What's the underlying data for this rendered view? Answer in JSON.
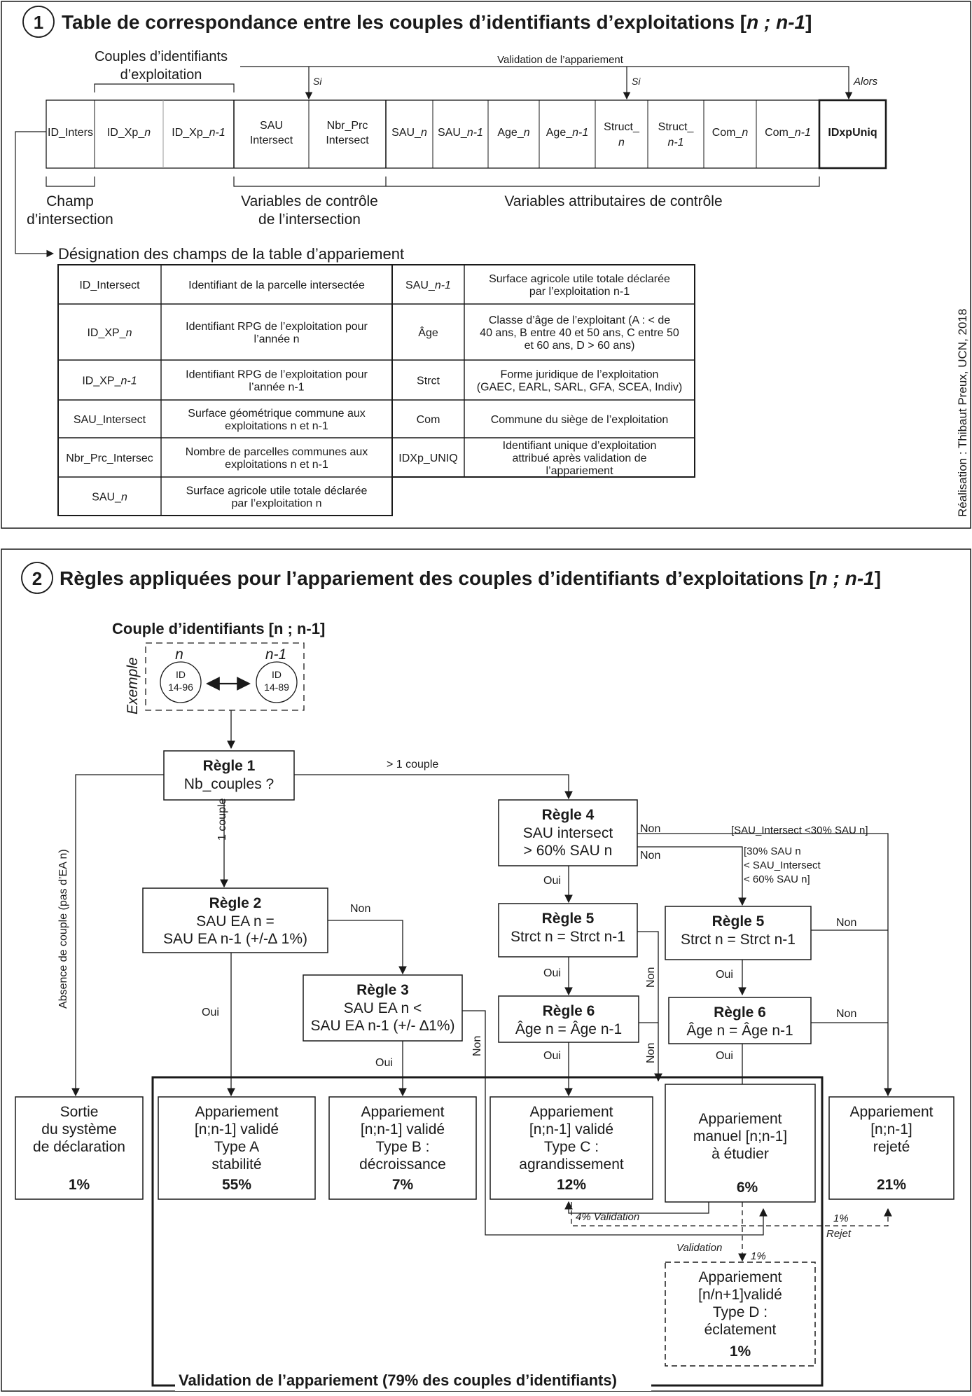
{
  "panel1": {
    "num": "1",
    "title_main": "Table de correspondance entre les couples d’identifiants d’exploitations [",
    "title_var": "n ; n-1",
    "title_end": "]",
    "couples_label_1": "Couples d’identifiants",
    "couples_label_2": "d’exploitation",
    "validation_label": "Validation de l’appariement",
    "si_1": "Si",
    "si_2": "Si",
    "alors": "Alors",
    "cols": [
      {
        "a": "ID_Inters"
      },
      {
        "a": "ID_Xp_",
        "b": "n"
      },
      {
        "a": "ID_Xp_",
        "b": "n-1"
      },
      {
        "a": "SAU",
        "a2": "Intersect"
      },
      {
        "a": "Nbr_Prc",
        "a2": "Intersect"
      },
      {
        "a": "SAU_",
        "b": "n"
      },
      {
        "a": "SAU_",
        "b": "n-1"
      },
      {
        "a": "Age_",
        "b": "n"
      },
      {
        "a": "Age_",
        "b": "n-1"
      },
      {
        "a": "Struct_",
        "b2": "n"
      },
      {
        "a": "Struct_",
        "b2": "n-1"
      },
      {
        "a": "Com_",
        "b": "n"
      },
      {
        "a": "Com_",
        "b": "n-1"
      },
      {
        "a": "IDxpUniq"
      }
    ],
    "champ_1": "Champ",
    "champ_2": "d’intersection",
    "var_ctrl_1": "Variables de contrôle",
    "var_ctrl_2": "de l’intersection",
    "var_attr": "Variables attributaires de contrôle",
    "designation_title": "Désignation des champs de la table d’appariement",
    "table_left": [
      {
        "code": "ID_Intersect",
        "desc": [
          "Identifiant de la parcelle intersectée"
        ]
      },
      {
        "code": "ID_XP_",
        "code_it": "n",
        "desc": [
          "Identifiant RPG de l’exploitation pour",
          "l’année n"
        ]
      },
      {
        "code": "ID_XP_",
        "code_it": "n-1",
        "desc": [
          "Identifiant RPG de l’exploitation pour",
          "l’année n-1"
        ]
      },
      {
        "code": "SAU_Intersect",
        "desc": [
          "Surface géométrique commune aux",
          "exploitations n et n-1"
        ]
      },
      {
        "code": "Nbr_Prc_Intersec",
        "desc": [
          "Nombre de parcelles communes aux",
          "exploitations n et n-1"
        ]
      },
      {
        "code": "SAU_",
        "code_it": "n",
        "desc": [
          "Surface agricole utile totale déclarée",
          "par l’exploitation n"
        ]
      }
    ],
    "table_right": [
      {
        "code": "SAU_",
        "code_it": "n-1",
        "desc": [
          "Surface agricole utile totale déclarée",
          "par l’exploitation n-1"
        ]
      },
      {
        "code": "Âge",
        "desc": [
          "Classe d’âge de l’exploitant (A : < de",
          "40 ans, B entre 40 et 50 ans, C entre 50",
          "et 60 ans, D > 60 ans)"
        ]
      },
      {
        "code": "Strct",
        "desc": [
          "Forme juridique de l’exploitation",
          "(GAEC, EARL, SARL, GFA, SCEA, Indiv)"
        ]
      },
      {
        "code": "Com",
        "desc": [
          "Commune du siège de l’exploitation"
        ]
      },
      {
        "code": "IDXp_UNIQ",
        "desc": [
          "Identifiant unique d’exploitation",
          "attribué après validation de",
          "l’appariement"
        ]
      }
    ],
    "credit": "Réalisation : Thibaut Preux, UCN, 2018"
  },
  "panel2": {
    "num": "2",
    "title_main": "Règles appliquées pour l’appariement des couples d’identifiants d’exploitations [",
    "title_var": "n ; n-1",
    "title_end": "]",
    "couple_title": "Couple d’identifiants [n ; n-1]",
    "exemple": "Exemple",
    "n_label": "n",
    "n1_label": "n-1",
    "id_a_1": "ID",
    "id_a_2": "14-96",
    "id_b_1": "ID",
    "id_b_2": "14-89",
    "r1_title": "Règle 1",
    "r1_text": "Nb_couples ?",
    "gt1": "> 1 couple",
    "one": "1 couple",
    "absence": "Absence de couple (pas d’EA n)",
    "r2_title": "Règle 2",
    "r2_l1": "SAU EA n =",
    "r2_l2": "SAU EA n-1  (+/-∆ 1%)",
    "r3_title": "Règle 3",
    "r3_l1": "SAU EA n <",
    "r3_l2": "SAU EA n-1 (+/- ∆1%)",
    "r4_title": "Règle 4",
    "r4_l1": "SAU intersect",
    "r4_l2": "> 60% SAU n",
    "r5a_title": "Règle 5",
    "r5a_l1": "Strct n = Strct n-1",
    "r5b_title": "Règle 5",
    "r5b_l1": "Strct n = Strct n-1",
    "r6a_title": "Règle 6",
    "r6a_l1": "Âge n = Âge n-1",
    "r6b_title": "Règle 6",
    "r6b_l1": "Âge n = Âge n-1",
    "oui": "Oui",
    "non": "Non",
    "cond_lt30": "[SAU_Intersect <30% SAU n]",
    "cond_mid_1": "[30% SAU n",
    "cond_mid_2": "< SAU_Intersect",
    "cond_mid_3": "< 60% SAU n]",
    "out_sortie": [
      "Sortie",
      "du système",
      "de déclaration"
    ],
    "out_sortie_pct": "1%",
    "out_a": [
      "Appariement",
      "[n;n-1] validé",
      "Type A",
      "stabilité"
    ],
    "out_a_pct": "55%",
    "out_b": [
      "Appariement",
      "[n;n-1] validé",
      "Type B :",
      "décroissance"
    ],
    "out_b_pct": "7%",
    "out_c": [
      "Appariement",
      "[n;n-1] validé",
      "Type C :",
      "agrandissement"
    ],
    "out_c_pct": "12%",
    "out_m": [
      "Appariement",
      "manuel [n;n-1]",
      "à étudier"
    ],
    "out_m_pct": "6%",
    "out_r": [
      "Appariement",
      "[n;n-1]",
      "rejeté"
    ],
    "out_r_pct": "21%",
    "out_d": [
      "Appariement",
      "[n/n+1]validé",
      "Type D :",
      "éclatement"
    ],
    "out_d_pct": "1%",
    "val4": "4% Validation",
    "rej1": "1%",
    "rej_label": "Rejet",
    "valD": "Validation",
    "valD_pct": "1%",
    "validation_footer": "Validation de l’appariement (79% des couples d’identifiants)"
  }
}
